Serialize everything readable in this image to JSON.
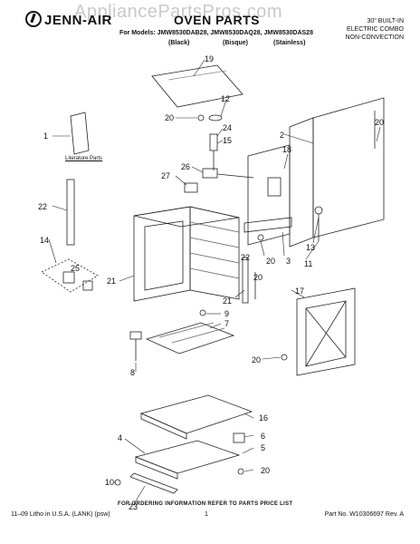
{
  "watermark": "AppliancePartsPros.com",
  "header": {
    "brand": "JENN-AIR",
    "title": "OVEN PARTS",
    "models_line": "For Models: JMW8530DAB28, JMW8530DAQ28, JMW8530DAS28",
    "finish_black": "(Black)",
    "finish_bisque": "(Bisque)",
    "finish_stainless": "(Stainless)",
    "subtitle_1": "30\" BUILT-IN",
    "subtitle_2": "ELECTRIC COMBO",
    "subtitle_3": "NON-CONVECTION"
  },
  "literature_label": "Literature Parts",
  "callouts": [
    "1",
    "2",
    "3",
    "4",
    "5",
    "6",
    "7",
    "8",
    "9",
    "10",
    "11",
    "12",
    "13",
    "14",
    "15",
    "16",
    "17",
    "18",
    "19",
    "20",
    "21",
    "22",
    "23",
    "24",
    "25",
    "26",
    "27"
  ],
  "footer": {
    "ordering_note": "FOR ORDERING INFORMATION REFER TO PARTS PRICE LIST",
    "left": "11–09 Litho in U.S.A. (LANK) (psw)",
    "page": "1",
    "right": "Part No. W10306697 Rev. A"
  }
}
